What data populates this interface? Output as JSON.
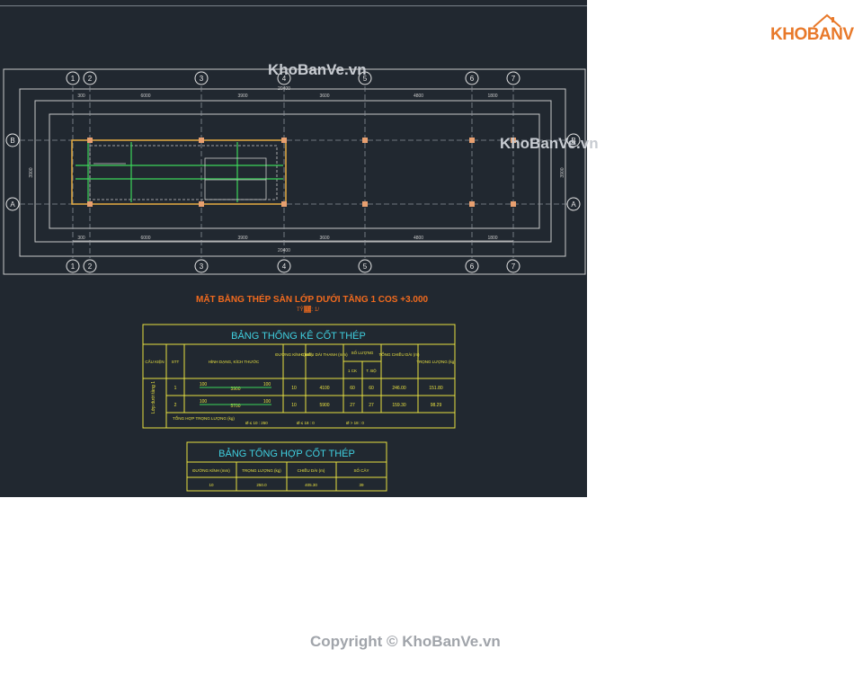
{
  "watermarks": {
    "top": "KhoBanVe.vn",
    "right": "KhoBanVe.vn"
  },
  "logo": {
    "text": "KHOBANVE",
    "color": "#e8792a"
  },
  "copyright": "Copyright © KhoBanVe.vn",
  "plan": {
    "title": "MẶT BẰNG THÉP SÀN LỚP DƯỚI TẦNG 1 COS +3.000",
    "scale_label": "TỶ LỆ: 1/",
    "col_axes": [
      "1",
      "2",
      "3",
      "4",
      "5",
      "6",
      "7"
    ],
    "row_axes": [
      "B",
      "A"
    ],
    "top_dims": [
      "300",
      "6000",
      "3900",
      "3600",
      "4800",
      "1800"
    ],
    "bottom_dims": [
      "300",
      "6000",
      "3900",
      "3600",
      "4800",
      "1800"
    ],
    "overall_dim": "20400",
    "side_dim": "3900"
  },
  "table1": {
    "title": "BẢNG THỐNG KÊ CỐT THÉP",
    "headers": [
      "CẤU KIỆN",
      "STT",
      "HÌNH DẠNG, KÍCH THƯỚC",
      "ĐƯỜNG KÍNH (mm)",
      "CHIỀU DÀI THANH (mm)",
      "SỐ LƯỢNG",
      "TỔNG CHIỀU DÀI (m)",
      "TRỌNG LƯỢNG (kg)"
    ],
    "sub_headers": [
      "1 CK",
      "T. BỘ"
    ],
    "member": "Lớp dưới tầng 1",
    "rows": [
      {
        "stt": "1",
        "shape_a": "100",
        "shape_len": "3900",
        "shape_b": "100",
        "dia": "10",
        "len": "4100",
        "qty1": "60",
        "qty2": "60",
        "total": "246.00",
        "weight": "151.80"
      },
      {
        "stt": "2",
        "shape_a": "100",
        "shape_len": "5700",
        "shape_b": "100",
        "dia": "10",
        "len": "5900",
        "qty1": "27",
        "qty2": "27",
        "total": "159.30",
        "weight": "98.29"
      }
    ],
    "footer_label": "TỔNG HỢP TRỌNG LƯỢNG (kg)",
    "footer_vals": [
      "Ø ≤ 10 : 250",
      "Ø ≤ 18 : 0",
      "Ø > 18 : 0"
    ]
  },
  "table2": {
    "title": "BẢNG TỔNG HỢP CỐT THÉP",
    "headers": [
      "ĐƯỜNG KÍNH (mm)",
      "TRỌNG LƯỢNG (kg)",
      "CHIỀU DÀI (m)",
      "SỐ CÂY"
    ],
    "row": [
      "10",
      "250.0",
      "405.30",
      "39"
    ]
  },
  "colors": {
    "canvas": "#212830",
    "line_white": "#e6e6e6",
    "grid_gray": "#8a9098",
    "slab_orange": "#d9a441",
    "rebar_green": "#3cd65a",
    "table_yellow": "#e8e040",
    "title_orange": "#f06a1e",
    "table_title_cyan": "#40d0e0"
  }
}
